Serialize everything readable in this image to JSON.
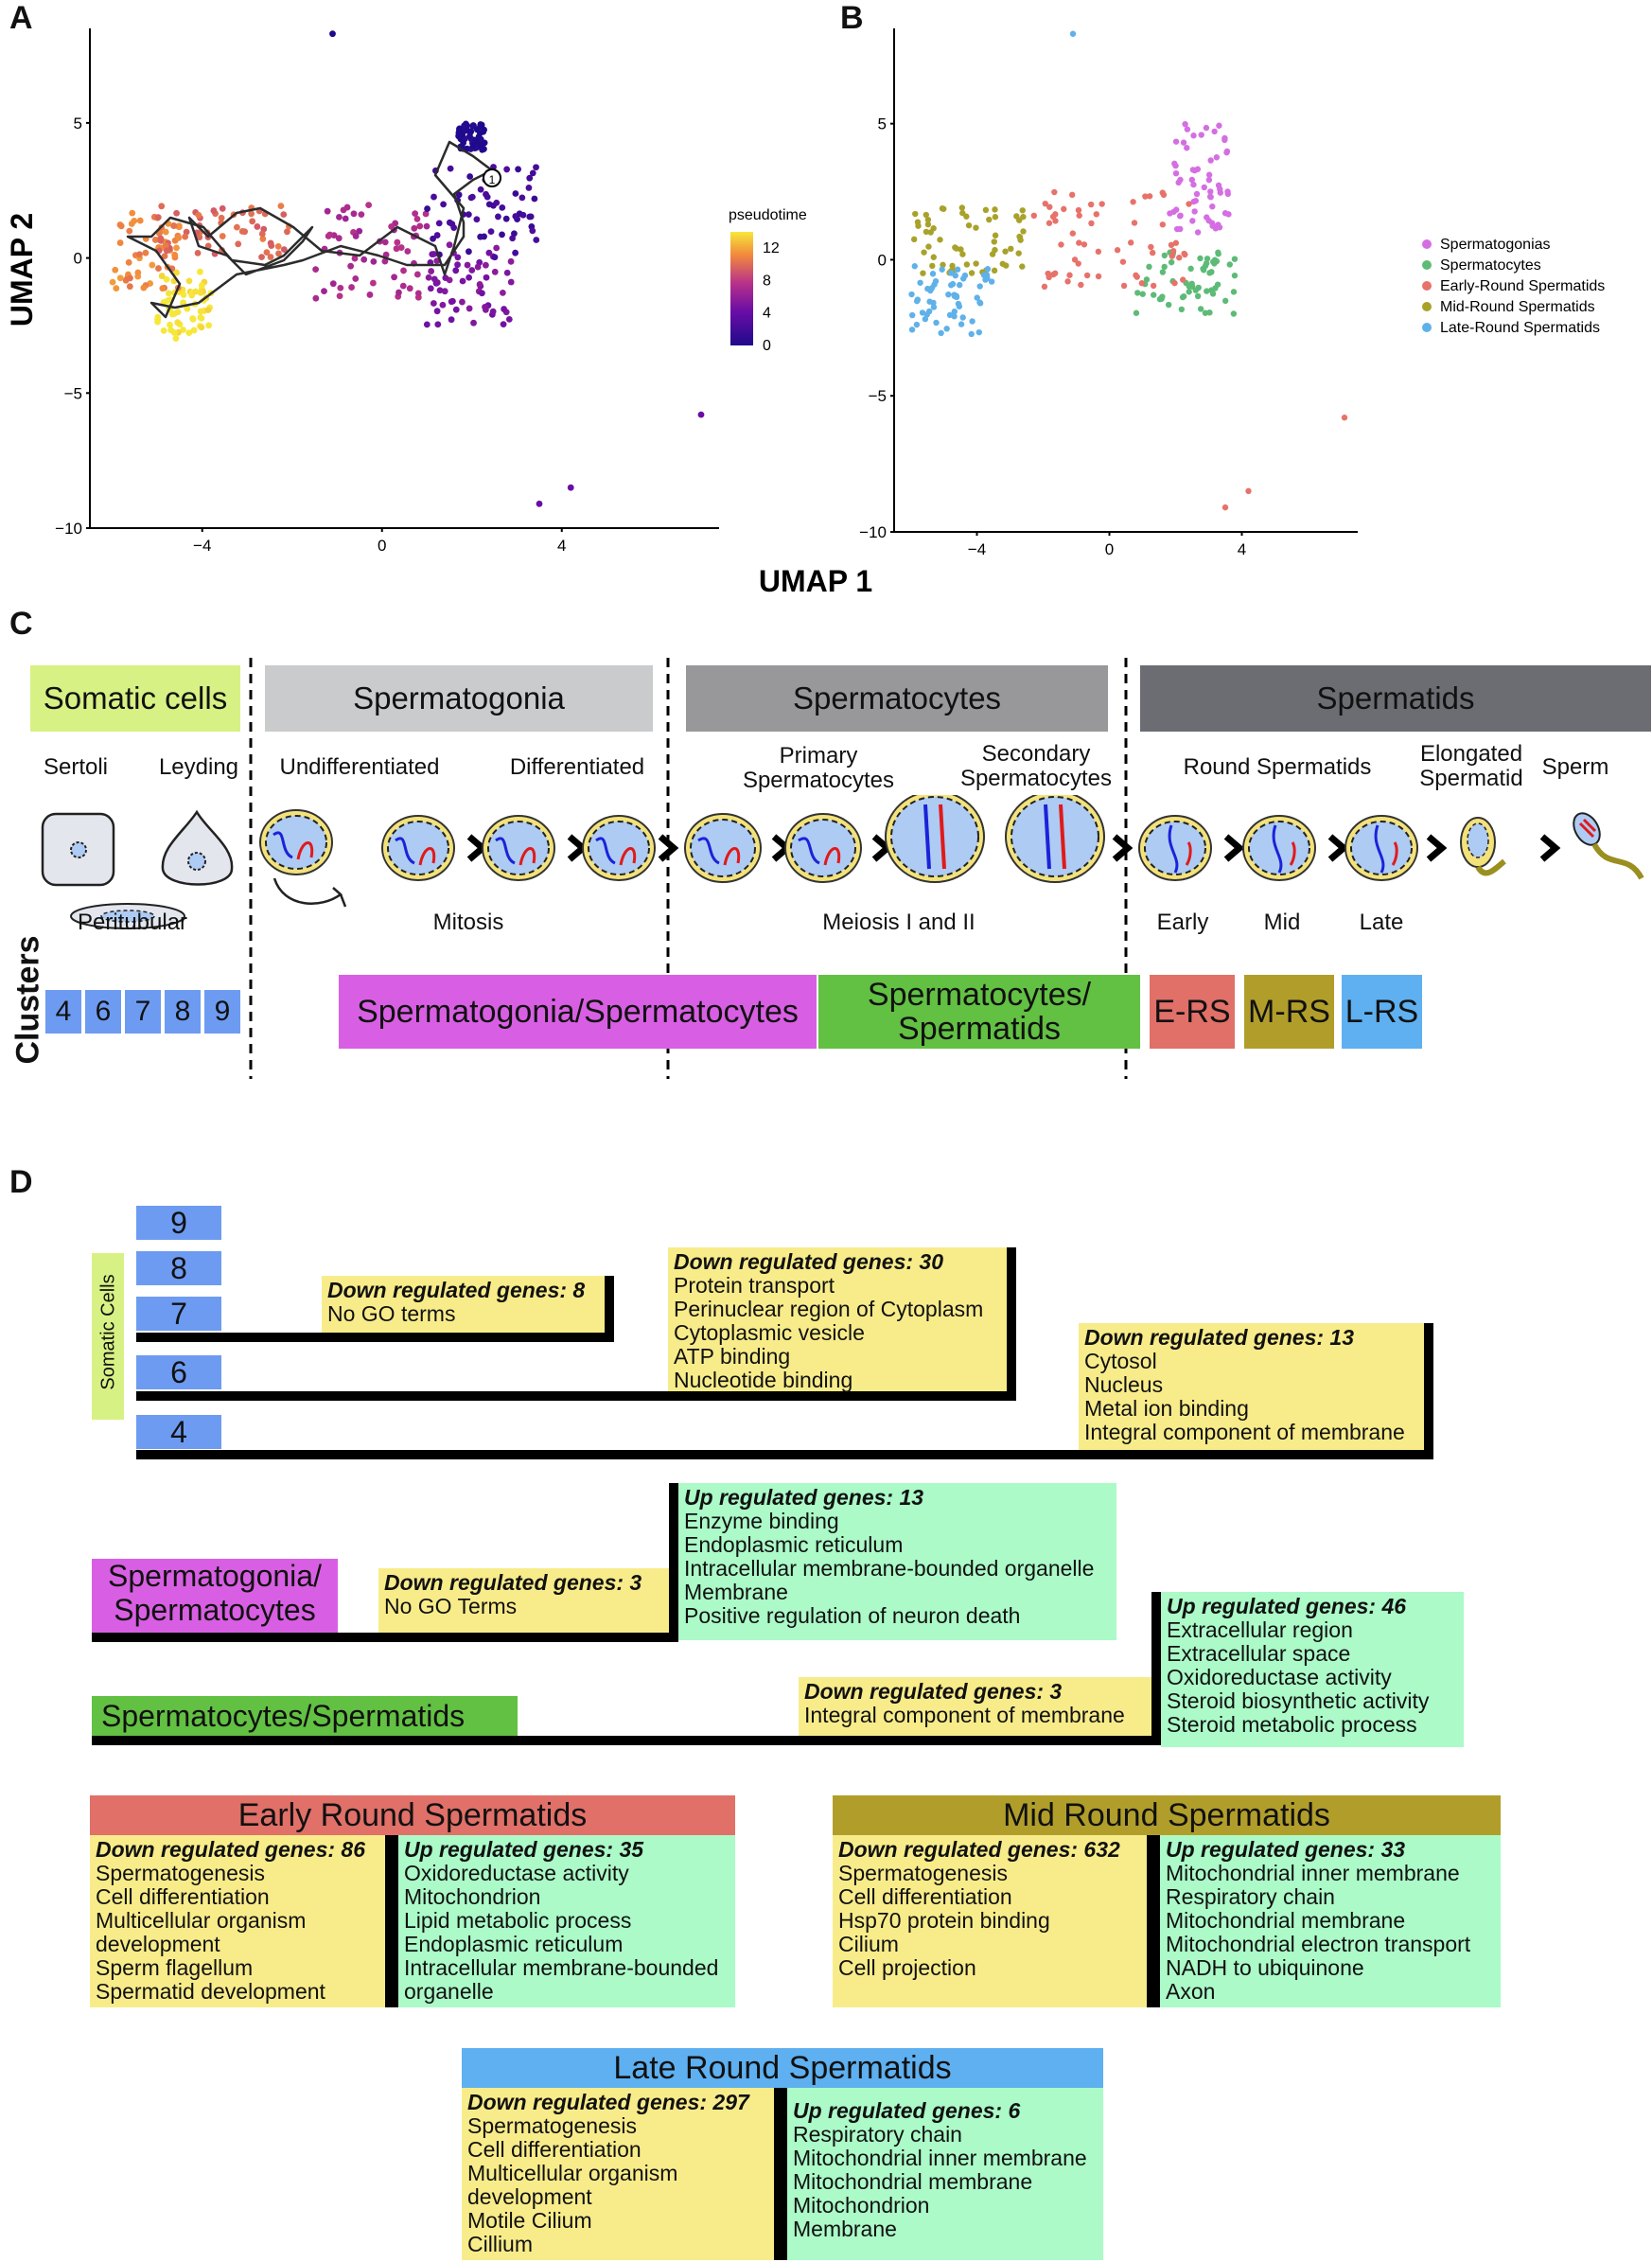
{
  "panels": {
    "A": "A",
    "B": "B",
    "C": "C",
    "D": "D"
  },
  "umap": {
    "ylabel": "UMAP 2",
    "xlabel": "UMAP 1",
    "yticks": [
      "5",
      "0",
      "−5",
      "−10"
    ],
    "xticks": [
      "−4",
      "0",
      "4"
    ],
    "colorbar_title": "pseudotime",
    "colorbar_ticks": [
      "12",
      "8",
      "4",
      "0"
    ],
    "root_label": "1",
    "legend": [
      {
        "label": "Spermatogonias",
        "color": "#d56ee3"
      },
      {
        "label": "Spermatocytes",
        "color": "#5dbb77"
      },
      {
        "label": "Early-Round Spermatids",
        "color": "#e7726a"
      },
      {
        "label": "Mid-Round Spermatids",
        "color": "#a8a22a"
      },
      {
        "label": "Late-Round Spermatids",
        "color": "#5fb1e9"
      }
    ]
  },
  "chart_data": [
    {
      "type": "scatter",
      "panel": "A",
      "xlabel": "UMAP 1",
      "ylabel": "UMAP 2",
      "xlim": [
        -6.5,
        7.5
      ],
      "ylim": [
        -10,
        8.5
      ],
      "colorscale": "pseudotime",
      "colorbar_range": [
        0,
        14
      ],
      "groups": [
        {
          "pseudotime": 14,
          "x_range": [
            -5,
            -3.8
          ],
          "y_range": [
            -3,
            -0.5
          ]
        },
        {
          "pseudotime": 11,
          "x_range": [
            -6,
            -4.5
          ],
          "y_range": [
            -1.2,
            1.8
          ]
        },
        {
          "pseudotime": 10,
          "x_range": [
            -5,
            -2
          ],
          "y_range": [
            0,
            2
          ]
        },
        {
          "pseudotime": 7,
          "x_range": [
            -1.5,
            1
          ],
          "y_range": [
            -1.5,
            2
          ]
        },
        {
          "pseudotime": 5,
          "x_range": [
            1,
            3
          ],
          "y_range": [
            -2.5,
            0.5
          ]
        },
        {
          "pseudotime": 2,
          "x_range": [
            1,
            3.5
          ],
          "y_range": [
            0,
            3.5
          ]
        },
        {
          "pseudotime": 0,
          "x_range": [
            1.7,
            2.3
          ],
          "y_range": [
            4,
            5
          ]
        }
      ],
      "outliers": [
        {
          "x": -1.1,
          "y": 8.3
        },
        {
          "x": 7.1,
          "y": -5.8
        },
        {
          "x": 3.5,
          "y": -9.1
        },
        {
          "x": 4.2,
          "y": -8.5
        }
      ]
    },
    {
      "type": "scatter",
      "panel": "B",
      "xlabel": "UMAP 1",
      "ylabel": "UMAP 2",
      "xlim": [
        -6.5,
        7.5
      ],
      "ylim": [
        -10,
        8.5
      ],
      "groups": [
        {
          "series": "Spermatogonias",
          "x_range": [
            1.8,
            3.6
          ],
          "y_range": [
            1,
            5
          ]
        },
        {
          "series": "Spermatocytes",
          "x_range": [
            0.8,
            3.8
          ],
          "y_range": [
            -2,
            0.5
          ]
        },
        {
          "series": "Early-Round Spermatids",
          "x_range": [
            -2.5,
            2.5
          ],
          "y_range": [
            -1,
            2.5
          ]
        },
        {
          "series": "Mid-Round Spermatids",
          "x_range": [
            -6,
            -2.5
          ],
          "y_range": [
            -0.5,
            2
          ]
        },
        {
          "series": "Late-Round Spermatids",
          "x_range": [
            -6,
            -3.5
          ],
          "y_range": [
            -2.8,
            -0.2
          ]
        }
      ],
      "outliers": [
        {
          "x": -1.1,
          "y": 8.3
        },
        {
          "x": 7.1,
          "y": -5.8
        },
        {
          "x": 3.5,
          "y": -9.1
        },
        {
          "x": 4.2,
          "y": -8.5
        }
      ]
    }
  ],
  "panelC": {
    "headers": [
      {
        "label": "Somatic cells",
        "color": "#d7f184"
      },
      {
        "label": "Spermatogonia",
        "color": "#c9cbcd"
      },
      {
        "label": "Spermatocytes",
        "color": "#98989a"
      },
      {
        "label": "Spermatids",
        "color": "#6b6d72"
      }
    ],
    "stage_labels": {
      "sertoli": "Sertoli",
      "leyding": "Leyding",
      "undiff": "Undifferentiated",
      "diff": "Differentiated",
      "primary": "Primary\nSpermatocytes",
      "secondary": "Secondary\nSpermatocytes",
      "round": "Round Spermatids",
      "elongated": "Elongated\nSpermatid",
      "sperm": "Sperm",
      "peritubular": "Peritubular",
      "mitosis": "Mitosis",
      "meiosis": "Meiosis I and II",
      "early": "Early",
      "mid": "Mid",
      "late": "Late"
    },
    "clusters_label": "Clusters",
    "cluster_numbers": [
      "4",
      "6",
      "7",
      "8",
      "9"
    ],
    "cluster_boxes": [
      {
        "label": "Spermatogonia/Spermatocytes",
        "color": "#d85fe3"
      },
      {
        "label": "Spermatocytes/\nSpermatids",
        "color": "#62c043"
      },
      {
        "label": "E-RS",
        "color": "#e07068"
      },
      {
        "label": "M-RS",
        "color": "#b19e2a"
      },
      {
        "label": "L-RS",
        "color": "#5eb0f0"
      }
    ]
  },
  "panelD": {
    "somatic_label": "Somatic Cells",
    "nums": [
      "9",
      "8",
      "7",
      "6",
      "4"
    ],
    "box7": {
      "head": "Down regulated genes: 8",
      "items": [
        "No GO terms"
      ]
    },
    "box6": {
      "head": "Down regulated genes: 30",
      "items": [
        "Protein transport",
        "Perinuclear region of Cytoplasm",
        "Cytoplasmic vesicle",
        "ATP binding",
        "Nucleotide binding"
      ]
    },
    "box4": {
      "head": "Down regulated genes: 13",
      "items": [
        "Cytosol",
        "Nucleus",
        "Metal ion binding",
        "Integral component of membrane"
      ]
    },
    "sgsc_label": "Spermatogonia/\nSpermatocytes",
    "sgsc_down": {
      "head": "Down regulated genes: 3",
      "items": [
        "No GO Terms"
      ]
    },
    "sgsc_up": {
      "head": "Up regulated genes: 13",
      "items": [
        "Enzyme binding",
        "Endoplasmic reticulum",
        "Intracellular membrane-bounded organelle",
        "Membrane",
        "Positive regulation of neuron death"
      ]
    },
    "scst_label": "Spermatocytes/Spermatids",
    "scst_down": {
      "head": "Down regulated genes: 3",
      "items": [
        "Integral component of membrane"
      ]
    },
    "scst_up": {
      "head": "Up regulated genes: 46",
      "items": [
        "Extracellular region",
        "Extracellular space",
        "Oxidoreductase activity",
        "Steroid biosynthetic activity",
        "Steroid metabolic process"
      ]
    },
    "ers": {
      "title": "Early Round Spermatids",
      "color": "#e07068",
      "down": {
        "head": "Down regulated genes: 86",
        "items": [
          "Spermatogenesis",
          "Cell differentiation",
          "Multicellular organism",
          "development",
          "Sperm flagellum",
          "Spermatid development"
        ]
      },
      "up": {
        "head": "Up regulated genes: 35",
        "items": [
          "Oxidoreductase activity",
          "Mitochondrion",
          "Lipid metabolic process",
          "Endoplasmic reticulum",
          "Intracellular membrane-bounded",
          "organelle"
        ]
      }
    },
    "mrs": {
      "title": "Mid Round Spermatids",
      "color": "#b19e2a",
      "down": {
        "head": "Down regulated genes: 632",
        "items": [
          "Spermatogenesis",
          "Cell differentiation",
          "Hsp70 protein binding",
          "Cilium",
          "Cell projection"
        ]
      },
      "up": {
        "head": "Up regulated genes: 33",
        "items": [
          "Mitochondrial inner membrane",
          "Respiratory chain",
          "Mitochondrial membrane",
          "Mitochondrial electron transport",
          "NADH to ubiquinone",
          "Axon"
        ]
      }
    },
    "lrs": {
      "title": "Late Round Spermatids",
      "color": "#5eb0f0",
      "down": {
        "head": "Down regulated genes: 297",
        "items": [
          "Spermatogenesis",
          "Cell differentiation",
          "Multicellular organism",
          "development",
          "Motile Cilium",
          "Cillium"
        ]
      },
      "up": {
        "head": "Up regulated genes: 6",
        "items": [
          "Respiratory chain",
          "Mitochondrial inner membrane",
          "Mitochondrial membrane",
          "Mitochondrion",
          "Membrane"
        ]
      }
    }
  }
}
